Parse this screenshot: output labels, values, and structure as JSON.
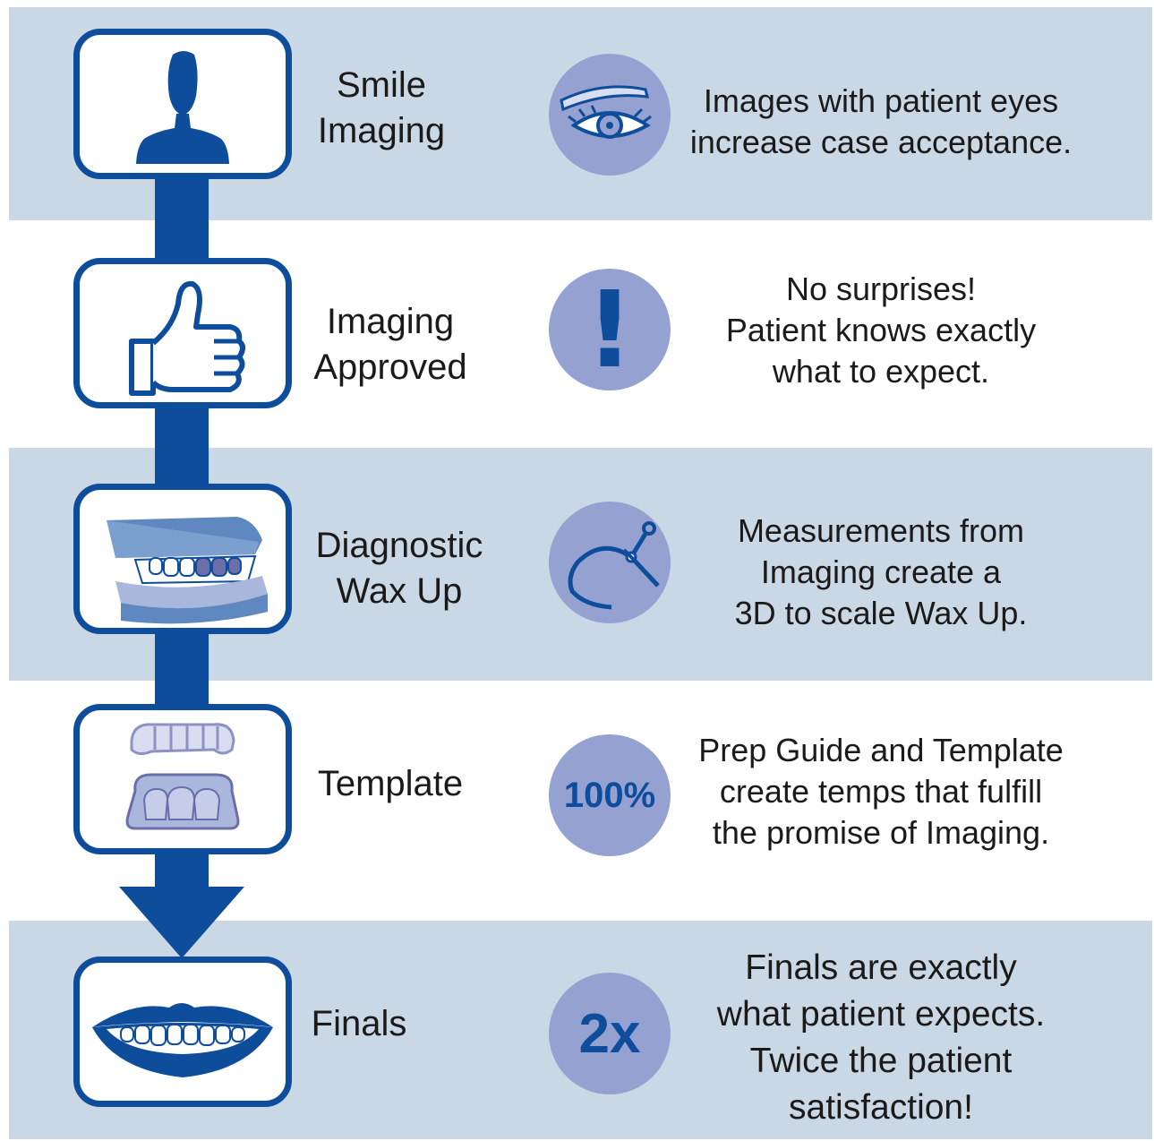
{
  "colors": {
    "band": "#cad8e6",
    "primary_blue": "#0e4d9b",
    "badge": "#95a1d0",
    "light_blue": "#a9b7dc",
    "text": "#1a1a1a"
  },
  "steps": [
    {
      "label": "Smile\nImaging",
      "icon": "person-silhouette-icon",
      "badge_icon": "eye-icon",
      "badge_text": "",
      "description": "Images with patient eyes\nincrease case acceptance."
    },
    {
      "label": "Imaging\nApproved",
      "icon": "thumbs-up-icon",
      "badge_icon": "exclamation-icon",
      "badge_text": "!",
      "description": "No surprises!\nPatient knows exactly\nwhat to expect."
    },
    {
      "label": "Diagnostic\nWax Up",
      "icon": "dental-model-icon",
      "badge_icon": "caliper-icon",
      "badge_text": "",
      "description": "Measurements from\nImaging create a\n3D to scale Wax Up."
    },
    {
      "label": "Template",
      "icon": "dental-template-icon",
      "badge_icon": "percent-badge",
      "badge_text": "100%",
      "description": "Prep Guide and Template\ncreate temps that fulfill\nthe promise of Imaging."
    },
    {
      "label": "Finals",
      "icon": "smile-lips-icon",
      "badge_icon": "multiplier-badge",
      "badge_text": "2x",
      "description": "Finals are exactly\nwhat patient expects.\nTwice the patient\nsatisfaction!"
    }
  ]
}
